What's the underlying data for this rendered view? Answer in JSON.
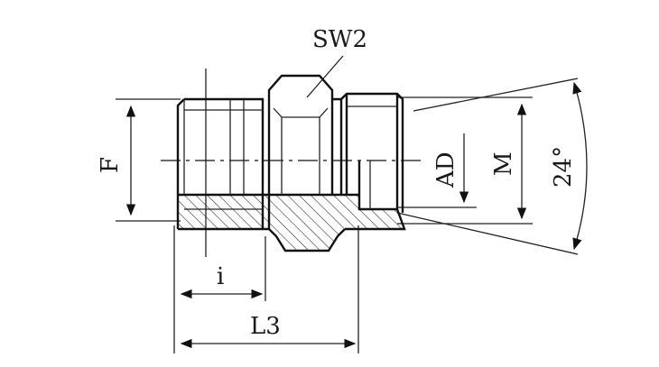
{
  "labels": {
    "sw2": "SW2",
    "f": "F",
    "ad": "AD",
    "m": "M",
    "angle": "24°",
    "i": "i",
    "l3": "L3"
  },
  "colors": {
    "line": "#111111",
    "hatch": "#222222",
    "background": "#ffffff"
  }
}
